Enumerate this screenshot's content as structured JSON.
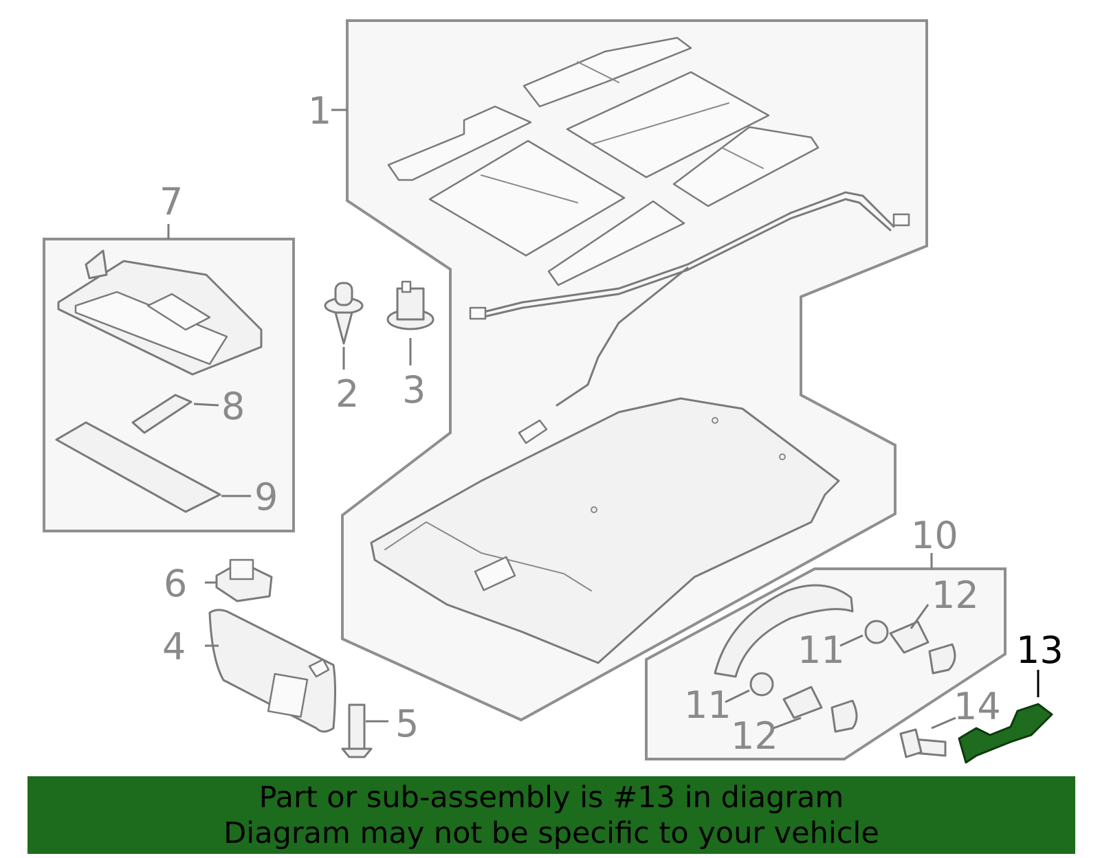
{
  "callouts": {
    "c1": "1",
    "c2": "2",
    "c3": "3",
    "c4": "4",
    "c5": "5",
    "c6": "6",
    "c7": "7",
    "c8": "8",
    "c9": "9",
    "c10": "10",
    "c11a": "11",
    "c11b": "11",
    "c12a": "12",
    "c12b": "12",
    "c13": "13",
    "c14": "14"
  },
  "highlighted_part": "13",
  "colors": {
    "highlight": "#1f6b1f",
    "banner": "#1d6b1d",
    "label_gray": "#8a8a8a"
  },
  "banner": {
    "line1": "Part or sub-assembly is #13 in diagram",
    "line2": "Diagram may not be specific to your vehicle"
  }
}
